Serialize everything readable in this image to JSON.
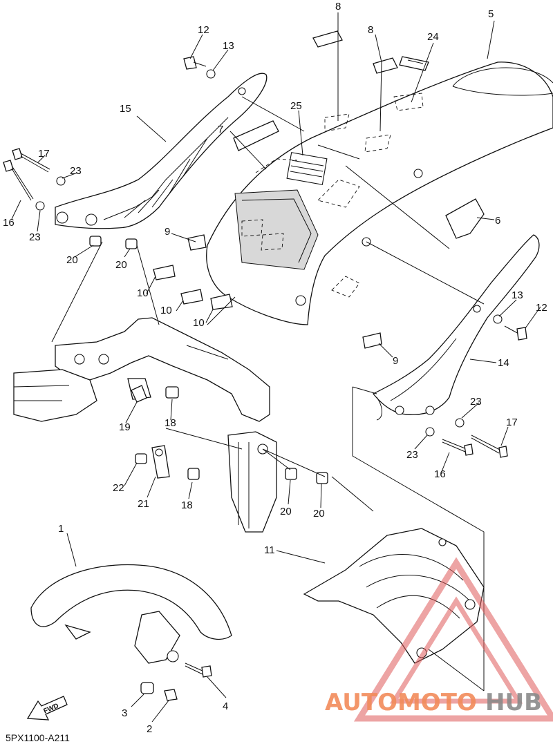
{
  "diagram": {
    "code": "5PX1100-A211",
    "fwd_label": "FWD",
    "watermark": {
      "auto": "AUTOMOTO",
      "hub": "HUB",
      "color_main": "#f28b5a",
      "color_hub": "#8a8a8a",
      "triangle_color": "#e05a5a"
    },
    "callouts": {
      "c1": "1",
      "c2": "2",
      "c3": "3",
      "c4": "4",
      "c5": "5",
      "c6": "6",
      "c7": "7",
      "c8a": "8",
      "c8b": "8",
      "c9a": "9",
      "c9b": "9",
      "c10a": "10",
      "c10b": "10",
      "c10c": "10",
      "c11": "11",
      "c12a": "12",
      "c12b": "12",
      "c13a": "13",
      "c13b": "13",
      "c14": "14",
      "c15": "15",
      "c16a": "16",
      "c16b": "16",
      "c17a": "17",
      "c17b": "17",
      "c18a": "18",
      "c18b": "18",
      "c19": "19",
      "c20a": "20",
      "c20b": "20",
      "c20c": "20",
      "c20d": "20",
      "c21": "21",
      "c22": "22",
      "c23a": "23",
      "c23b": "23",
      "c23c": "23",
      "c23d": "23",
      "c24": "24",
      "c25": "25"
    }
  }
}
